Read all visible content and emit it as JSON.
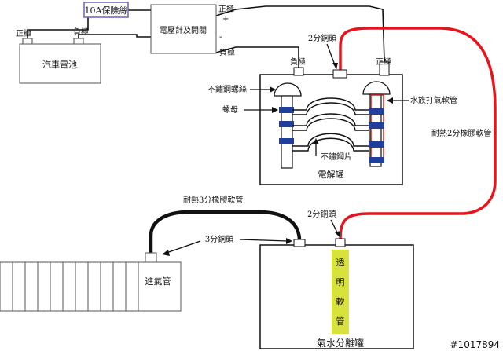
{
  "labels": {
    "fuse": "10A保險絲",
    "battery": "汽車電池",
    "battery_pos": "正極",
    "battery_neg": "負極",
    "meter_switch": "電壓計及開關",
    "meter_pos": "正極",
    "meter_pos_sign": "+",
    "meter_neg": "負極",
    "meter_neg_sign": "-",
    "tank_neg": "負極",
    "tank_pos": "正極",
    "copper_top": "2分銅頭",
    "bolt": "不鏽鋼螺絲",
    "aquarium_tube": "水族打氣軟管",
    "nut": "螺母",
    "steel_plate": "不鏽鋼片",
    "electrolysis_tank": "電解罐",
    "red_hose": "耐熱2分橡膠軟管",
    "black_hose": "耐熱3分橡膠軟管",
    "copper_bottom": "2分銅頭",
    "copper_3": "3分銅頭",
    "intake": "進氣管",
    "transparent_tube": [
      "透",
      "明",
      "軟",
      "管"
    ],
    "separator_tank": "氣水分離罐",
    "watermark": "#1017894"
  },
  "colors": {
    "red_hose": "#e8141b",
    "nut_blue": "#1f3f9a",
    "tube_red": "#c02a20",
    "transparent_tube": "#d7e23a",
    "fuse_border": "#6a62b6"
  }
}
